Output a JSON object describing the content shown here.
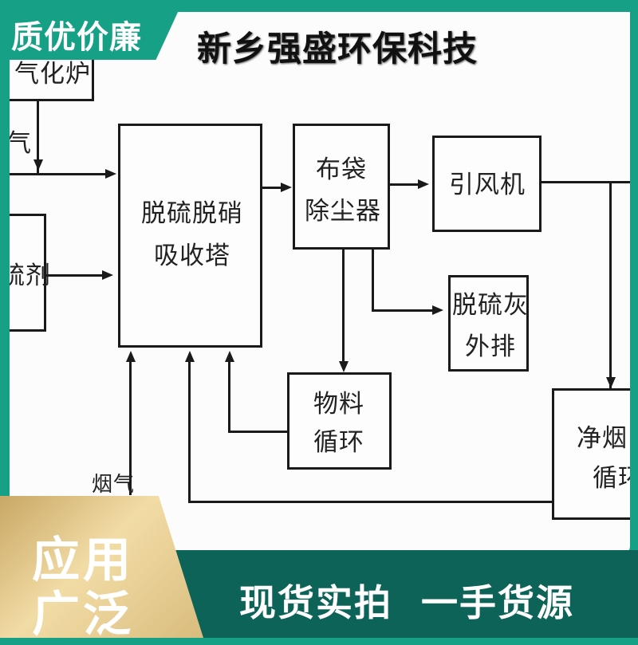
{
  "badge_top": "质优价廉",
  "title": "新乡强盛环保科技",
  "diagram": {
    "top_left_box": "气化炉",
    "left_label": "气",
    "left_box": "硫剂",
    "absorber": [
      "脱硫脱硝",
      "吸收塔"
    ],
    "bag_filter": [
      "布袋",
      "除尘器"
    ],
    "fan": "引风机",
    "ash": [
      "脱硫灰",
      "外排"
    ],
    "material": [
      "物料",
      "循环"
    ],
    "flue_gas": "烟气",
    "clean_gas": [
      "净烟",
      "循环"
    ]
  },
  "badge_bottom": [
    "应用",
    "广泛"
  ],
  "band_text": "现货实拍  一手货源",
  "colors": {
    "teal": "#16a086",
    "dark_green": "#0d6357",
    "gold": "#e6cc8f"
  }
}
